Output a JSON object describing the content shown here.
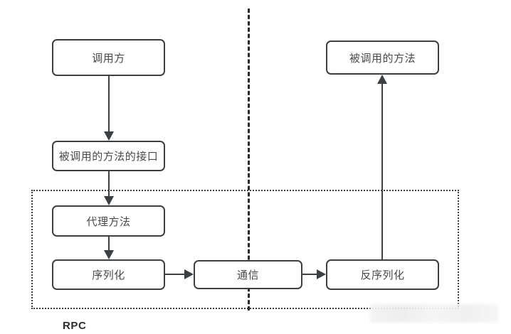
{
  "diagram": {
    "title": "RPC",
    "region_label": "RPC",
    "nodes": [
      {
        "id": "caller",
        "label": "调用方"
      },
      {
        "id": "callee-interface",
        "label": "被调用的方法的接口"
      },
      {
        "id": "proxy-method",
        "label": "代理方法"
      },
      {
        "id": "serialize",
        "label": "序列化"
      },
      {
        "id": "communication",
        "label": "通信"
      },
      {
        "id": "deserialize",
        "label": "反序列化"
      },
      {
        "id": "called-method",
        "label": "被调用的方法"
      }
    ],
    "edges": [
      {
        "from": "caller",
        "to": "callee-interface",
        "kind": "arrow-down"
      },
      {
        "from": "callee-interface",
        "to": "proxy-method",
        "kind": "arrow-down"
      },
      {
        "from": "proxy-method",
        "to": "serialize",
        "kind": "arrow-down"
      },
      {
        "from": "serialize",
        "to": "communication",
        "kind": "arrow-right"
      },
      {
        "from": "communication",
        "to": "deserialize",
        "kind": "arrow-right"
      },
      {
        "from": "deserialize",
        "to": "called-method",
        "kind": "arrow-up"
      }
    ],
    "colors": {
      "stroke": "#3c4043",
      "text": "#4a4a4a",
      "background": "#ffffff"
    },
    "annotations": {
      "divider": "dashed-vertical-boundary",
      "redacted": ""
    }
  }
}
